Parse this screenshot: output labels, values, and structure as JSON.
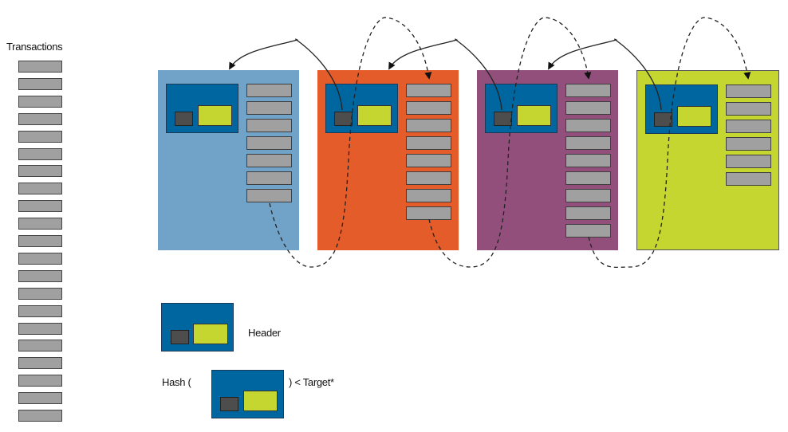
{
  "transactions": {
    "title": "Transactions",
    "count": 21,
    "bar_color": "#a0a0a0"
  },
  "blocks": [
    {
      "name": "block-1",
      "color": "#71a3c9",
      "transaction_count": 7
    },
    {
      "name": "block-2",
      "color": "#e35c2a",
      "transaction_count": 8
    },
    {
      "name": "block-3",
      "color": "#934f7b",
      "transaction_count": 9
    },
    {
      "name": "block-4",
      "color": "#c6d631",
      "transaction_count": 6
    }
  ],
  "header_colors": {
    "header": "#0066a0",
    "prev_hash": "#4d4d4d",
    "merkle_root": "#c6d631"
  },
  "legend": {
    "header_label": "Header",
    "hash_prefix": "Hash (",
    "hash_suffix": ") < Target*"
  }
}
